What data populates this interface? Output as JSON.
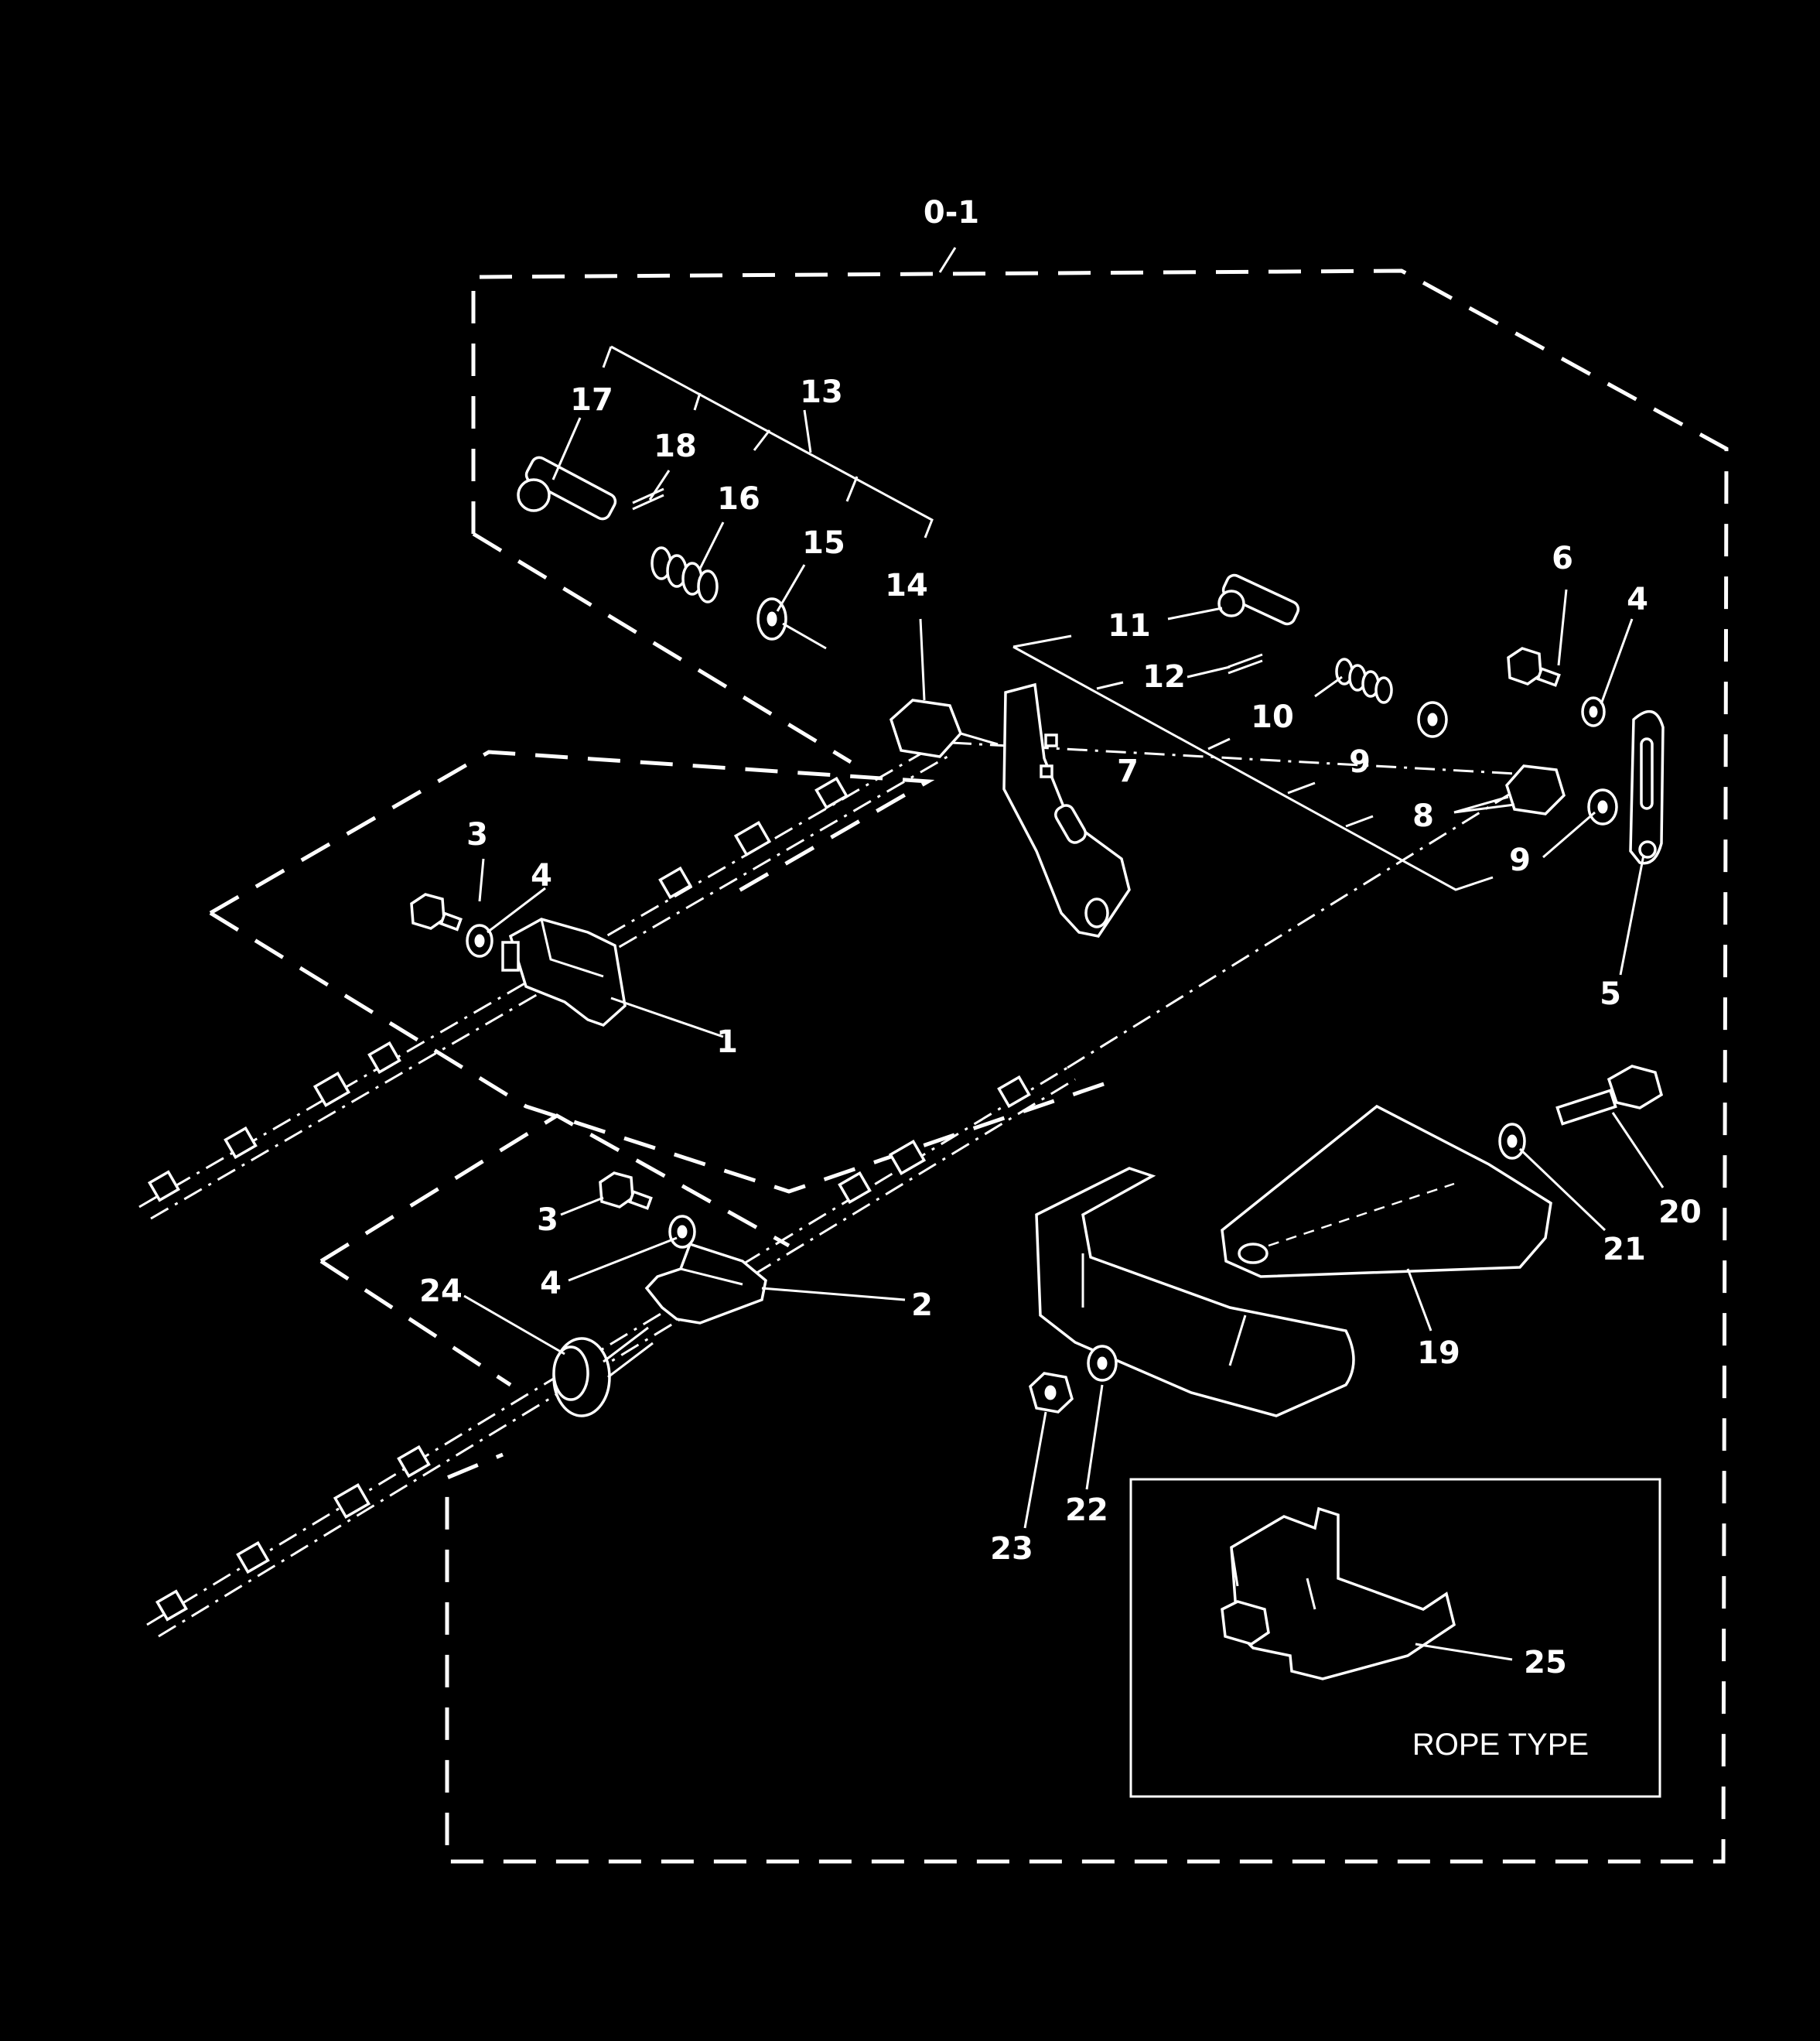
{
  "diagram": {
    "kit_label": "0-1",
    "inset_caption": "ROPE TYPE",
    "callouts": [
      "1",
      "2",
      "3",
      "3",
      "4",
      "4",
      "4",
      "5",
      "6",
      "7",
      "8",
      "9",
      "9",
      "10",
      "11",
      "12",
      "13",
      "14",
      "15",
      "16",
      "17",
      "18",
      "19",
      "20",
      "21",
      "22",
      "23",
      "24",
      "25"
    ]
  },
  "colors": {
    "background": "#000000",
    "ink": "#ffffff"
  }
}
